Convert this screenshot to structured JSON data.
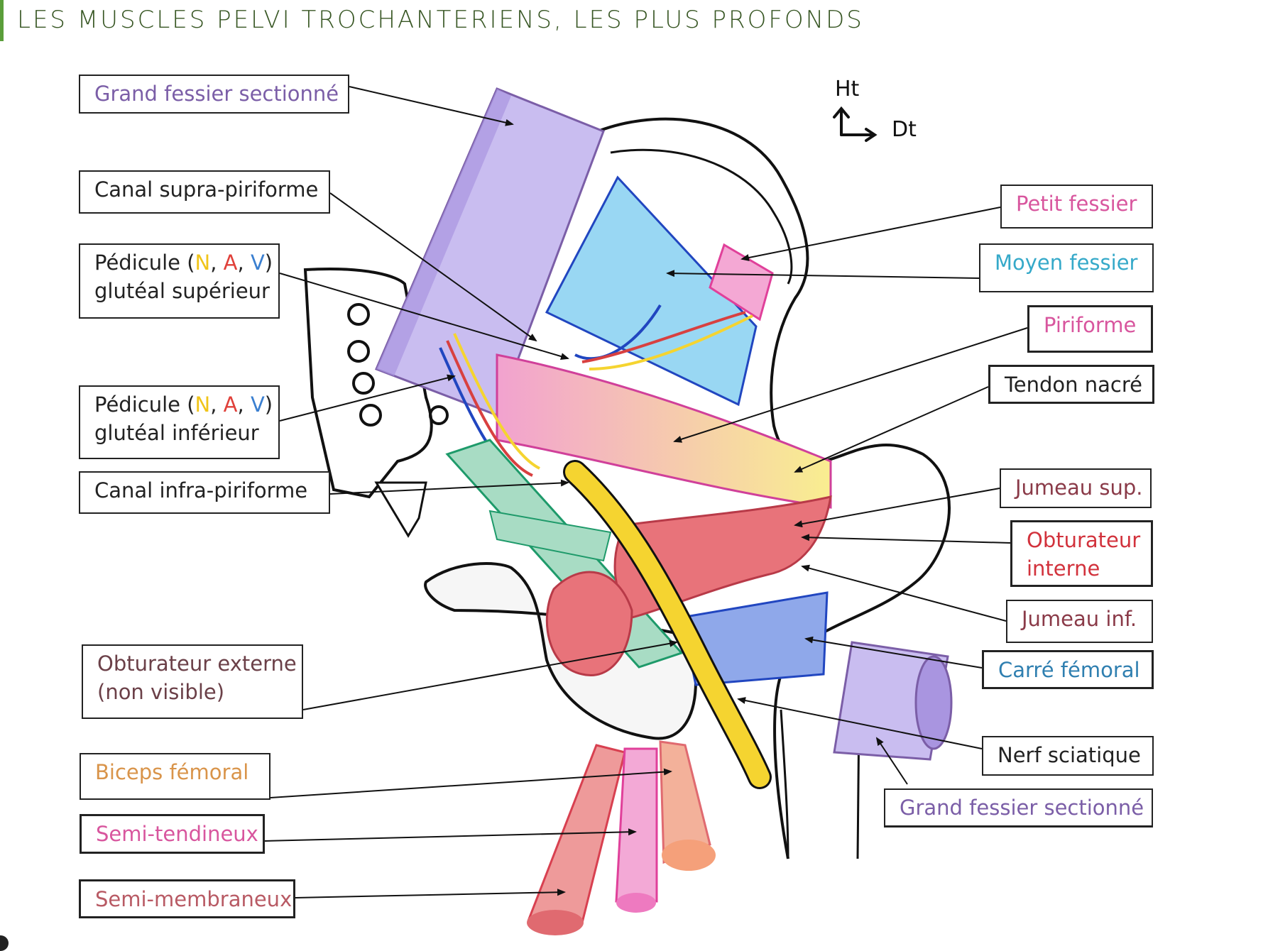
{
  "header": {
    "title": "LES MUSCLES PELVI TROCHANTERIENS, LES PLUS PROFONDS",
    "accent_color": "#5a9e3a",
    "title_color": "#375623"
  },
  "orientation": {
    "up_label": "Ht",
    "right_label": "Dt"
  },
  "labels_left": [
    {
      "id": "grand-fessier-sectionne-left",
      "text": "Grand fessier sectionné",
      "color": "#7b5ea7"
    },
    {
      "id": "canal-supra-piriforme",
      "text": "Canal supra-piriforme",
      "color": "#222222"
    },
    {
      "id": "pedicule-gluteal-superieur",
      "line1_prefix": "Pédicule (",
      "n": "N",
      "sep1": ", ",
      "a": "A",
      "sep2": ", ",
      "v": "V",
      "line1_suffix": ")",
      "line2": "glutéal supérieur",
      "color": "#222222"
    },
    {
      "id": "pedicule-gluteal-inferieur",
      "line1_prefix": "Pédicule (",
      "n": "N",
      "sep1": ", ",
      "a": "A",
      "sep2": ", ",
      "v": "V",
      "line1_suffix": ")",
      "line2": "glutéal inférieur",
      "color": "#222222"
    },
    {
      "id": "canal-infra-piriforme",
      "text": "Canal infra-piriforme",
      "color": "#222222"
    },
    {
      "id": "obturateur-externe",
      "line1": "Obturateur externe",
      "line2": "(non visible)",
      "color": "#6b4048"
    },
    {
      "id": "biceps-femoral",
      "text": "Biceps fémoral",
      "color": "#d9944a"
    },
    {
      "id": "semi-tendineux",
      "text": "Semi-tendineux",
      "color": "#d8569e"
    },
    {
      "id": "semi-membraneux",
      "text": "Semi-membraneux",
      "color": "#b85a64"
    }
  ],
  "labels_right": [
    {
      "id": "petit-fessier",
      "text": "Petit fessier",
      "color": "#d8569e"
    },
    {
      "id": "moyen-fessier",
      "text": "Moyen fessier",
      "color": "#35a9c9"
    },
    {
      "id": "piriforme",
      "text": "Piriforme",
      "color": "#d8569e"
    },
    {
      "id": "tendon-nacre",
      "text": "Tendon nacré",
      "color": "#222222"
    },
    {
      "id": "jumeau-sup",
      "text": "Jumeau sup.",
      "color": "#8a3a48"
    },
    {
      "id": "obturateur-interne",
      "line1": "Obturateur",
      "line2": "interne",
      "color": "#d2323c"
    },
    {
      "id": "jumeau-inf",
      "text": "Jumeau inf.",
      "color": "#8a3a48"
    },
    {
      "id": "carre-femoral",
      "text": "Carré fémoral",
      "color": "#2f7fb0"
    },
    {
      "id": "nerf-sciatique",
      "text": "Nerf sciatique",
      "color": "#222222"
    },
    {
      "id": "grand-fessier-sectionne-right",
      "text": "Grand fessier sectionné",
      "color": "#7b5ea7"
    }
  ],
  "structure_colors": {
    "grand_fessier": "#c9bdf0",
    "moyen_fessier": "#7fcdf0",
    "petit_fessier": "#f4a8d4",
    "piriforme": "#f2a2cf",
    "tendon_nacre": "#f7e07a",
    "obturateur_interne": "#e8737a",
    "jumeaux": "#e38a8a",
    "carre_femoral": "#8fa8ea",
    "nerf_sciatique": "#f5d430",
    "obturateur_externe_area": "#a8dcc4",
    "biceps_femoral": "#f3b19a",
    "semi_tendineux": "#f3a9d6",
    "semi_membraneux": "#ee9a9a"
  }
}
